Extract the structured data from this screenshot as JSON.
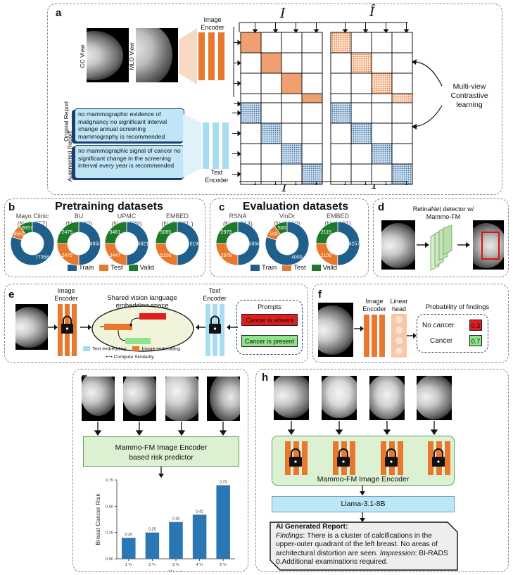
{
  "panels": {
    "a": "a",
    "b": "b",
    "c": "c",
    "d": "d",
    "e": "e",
    "f": "f",
    "g": "g",
    "h": "h"
  },
  "panel_a": {
    "view_cc": "CC View",
    "view_mlo": "MLO View",
    "image_encoder": "Image Encoder",
    "text_encoder": "Text Encoder",
    "symbol_I": "I",
    "symbol_I_hat": "Î",
    "symbol_T": "T",
    "symbol_T_hat": "T̂",
    "contrastive": "Multi-view Contrastive learning",
    "original_report_label": "Original Report",
    "augmented_report_label": "Augmented Report",
    "original_report": "no mammographic evidence of malignancy no significant interval change annual screening mammography is recommended",
    "augmented_report": "no mammographic signal of cancer no significant change in the screening interval every year is recommended",
    "colors": {
      "image": "#f0a070",
      "text": "#8fb6d9",
      "encoder_img": "#e9772e",
      "encoder_txt": "#a8dcf3"
    }
  },
  "panel_b": {
    "title": "Pretraining datasets",
    "datasets": [
      {
        "name": "Mayo Clinic",
        "n": "(N=96557)",
        "values": [
          77358,
          9552,
          9657
        ],
        "labels": [
          "77358",
          "9552",
          "9657"
        ]
      },
      {
        "name": "BU",
        "n": "(N=9900)",
        "values": [
          4950,
          2475,
          2475
        ],
        "labels": [
          "4950",
          "2475",
          "2475"
        ]
      },
      {
        "name": "UPMC",
        "n": "(N=13829)",
        "values": [
          6921,
          3447,
          3461
        ],
        "labels": [
          "6921",
          "3447",
          "3461"
        ]
      },
      {
        "name": "EMBED",
        "n": "(N=20381 )",
        "values": [
          10190,
          5106,
          5085
        ],
        "labels": [
          "10190",
          "5106",
          "5085"
        ]
      }
    ]
  },
  "panel_c": {
    "title": "Evaluation datasets",
    "datasets": [
      {
        "name": "RSNA",
        "n": "(N=11913)",
        "values": [
          5956,
          2978,
          2979
        ],
        "labels": [
          "5956",
          "2978",
          "2979"
        ]
      },
      {
        "name": "VinDr",
        "n": "(N=5000)",
        "values": [
          4000,
          500,
          500
        ],
        "labels": [
          "4000",
          "500",
          "500"
        ]
      },
      {
        "name": "EMBED",
        "n": "(N=8481)",
        "values": [
          4257,
          2109,
          2115
        ],
        "labels": [
          "4257",
          "2109",
          "2115"
        ]
      }
    ]
  },
  "legend": {
    "train": "Train",
    "test": "Test",
    "valid": "Valid",
    "colors": {
      "train": "#1f5f8b",
      "test": "#e9772e",
      "valid": "#1e7a2a"
    }
  },
  "panel_d": {
    "title": "RetinaNet detector w/ Mammo-FM"
  },
  "panel_e": {
    "image_encoder": "Image Encoder",
    "text_encoder": "Text Encoder",
    "space_title": "Shared vision language embedding space",
    "prompts_title": "Prompts",
    "prompt_absent": "Cancer is absent",
    "prompt_present": "Cancer is present",
    "legend_text": "Text embedding",
    "legend_image": "Image embedding",
    "legend_sim": "Compute Similarity"
  },
  "panel_f": {
    "image_encoder": "Image Encoder",
    "linear_head": "Linear head",
    "prob_title": "Probability of findings",
    "no_cancer": "No cancer",
    "cancer": "Cancer",
    "no_cancer_val": "0.3",
    "cancer_val": "0.7"
  },
  "panel_g": {
    "box_line1": "Mammo-FM Image Encoder",
    "box_line2": "based risk predictor"
  },
  "chart_data": {
    "type": "bar",
    "categories": [
      "1 Yr",
      "2 Yr",
      "3 Yr",
      "4 Yr",
      "5 Yr"
    ],
    "values": [
      0.2,
      0.25,
      0.35,
      0.42,
      0.7
    ],
    "value_labels": [
      "0.20",
      "0.25",
      "0.35",
      "0.42",
      "0.70"
    ],
    "xlabel": "Years",
    "ylabel": "Breast Cancer Risk",
    "ylim": [
      0,
      0.75
    ],
    "yticks": [
      "0.00",
      "0.25",
      "0.50",
      "0.75"
    ],
    "color": "#2a77b4"
  },
  "panel_h": {
    "encoder": "Mammo-FM Image Encoder",
    "llm": "Llama-3.1-8B",
    "report_title": "AI Generated Report:",
    "findings_label": "Findings",
    "findings_text": ": There is a cluster of calcifications in the upper-outer quadrant of the left breast. No areas of architectural distortion are seen. ",
    "impression_label": "Impression",
    "impression_text": ": BI-RADS 0.Additional examinations required."
  }
}
